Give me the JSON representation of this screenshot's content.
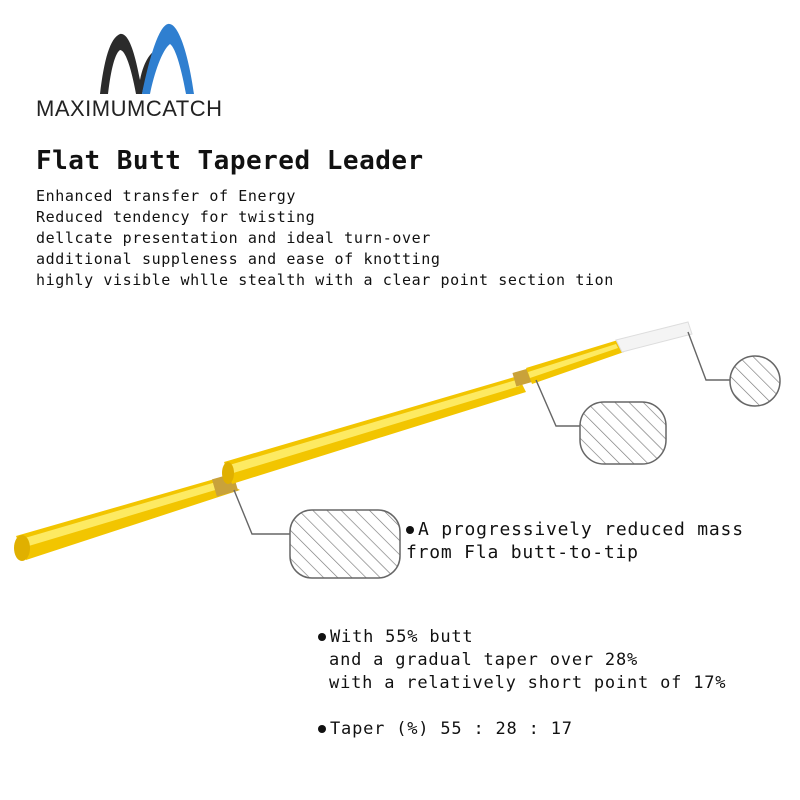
{
  "brand": {
    "name": "MAXIMUMCATCH",
    "mark_colors": {
      "left": "#2b2b2b",
      "right": "#2f7fd0"
    }
  },
  "title": "Flat Butt Tapered Leader",
  "features": [
    "Enhanced transfer of Energy",
    "Reduced tendency for twisting",
    "dellcate presentation and ideal turn-over",
    "additional suppleness and ease of knotting",
    "highly visible whlle stealth with a clear point section tion"
  ],
  "colors": {
    "leader_yellow": "#f2c500",
    "leader_highlight": "#fff27a",
    "tip_clear": "#f4f4f4",
    "hatch": "#777777"
  },
  "notes": {
    "mass": {
      "line1": "A progressively reduced mass",
      "line2": "from Fla butt-to-tip"
    },
    "split": {
      "line1": "With 55% butt",
      "line2": "and a gradual taper over 28%",
      "line3": "with a relatively short point of 17%"
    },
    "taper": "Taper (%) 55 : 28 : 17"
  }
}
